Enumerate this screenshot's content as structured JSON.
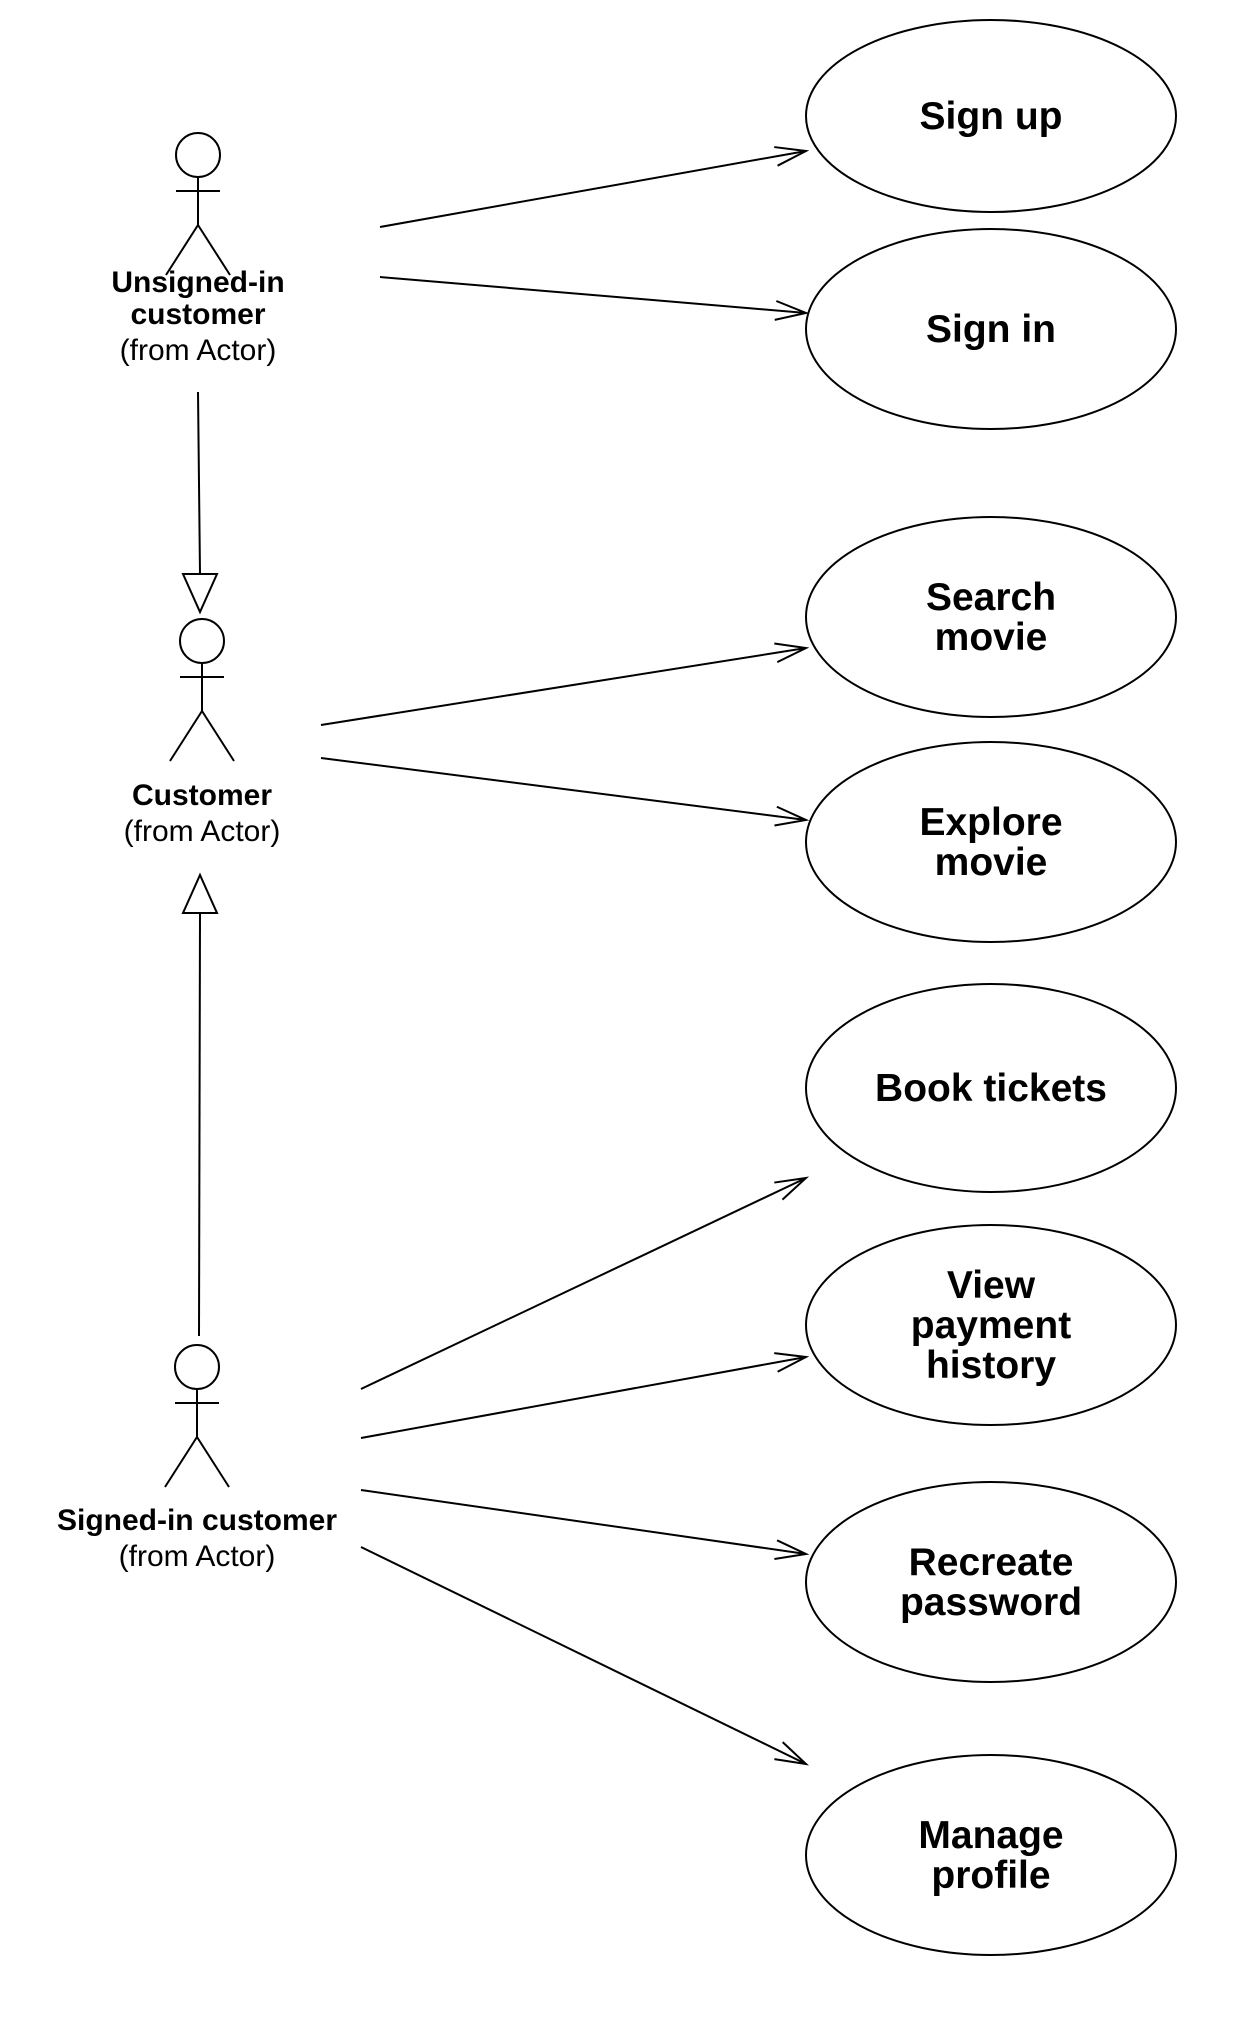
{
  "actors": [
    {
      "id": "unsigned",
      "name_lines": [
        "Unsigned-in",
        "customer"
      ],
      "stereotype": "(from Actor)"
    },
    {
      "id": "customer",
      "name_lines": [
        "Customer"
      ],
      "stereotype": "(from Actor)"
    },
    {
      "id": "signed",
      "name_lines": [
        "Signed-in customer"
      ],
      "stereotype": "(from Actor)"
    }
  ],
  "use_cases": [
    {
      "id": "signup",
      "lines": [
        "Sign up"
      ]
    },
    {
      "id": "signin",
      "lines": [
        "Sign in"
      ]
    },
    {
      "id": "search",
      "lines": [
        "Search",
        "movie"
      ]
    },
    {
      "id": "explore",
      "lines": [
        "Explore",
        "movie"
      ]
    },
    {
      "id": "book",
      "lines": [
        "Book tickets"
      ]
    },
    {
      "id": "payment",
      "lines": [
        "View",
        "payment",
        "history"
      ]
    },
    {
      "id": "password",
      "lines": [
        "Recreate",
        "password"
      ]
    },
    {
      "id": "profile",
      "lines": [
        "Manage",
        "profile"
      ]
    }
  ],
  "associations": [
    {
      "from": "unsigned",
      "to": "signup"
    },
    {
      "from": "unsigned",
      "to": "signin"
    },
    {
      "from": "customer",
      "to": "search"
    },
    {
      "from": "customer",
      "to": "explore"
    },
    {
      "from": "signed",
      "to": "book"
    },
    {
      "from": "signed",
      "to": "payment"
    },
    {
      "from": "signed",
      "to": "password"
    },
    {
      "from": "signed",
      "to": "profile"
    }
  ],
  "generalizations": [
    {
      "child": "unsigned",
      "parent": "customer"
    },
    {
      "child": "signed",
      "parent": "customer"
    }
  ]
}
